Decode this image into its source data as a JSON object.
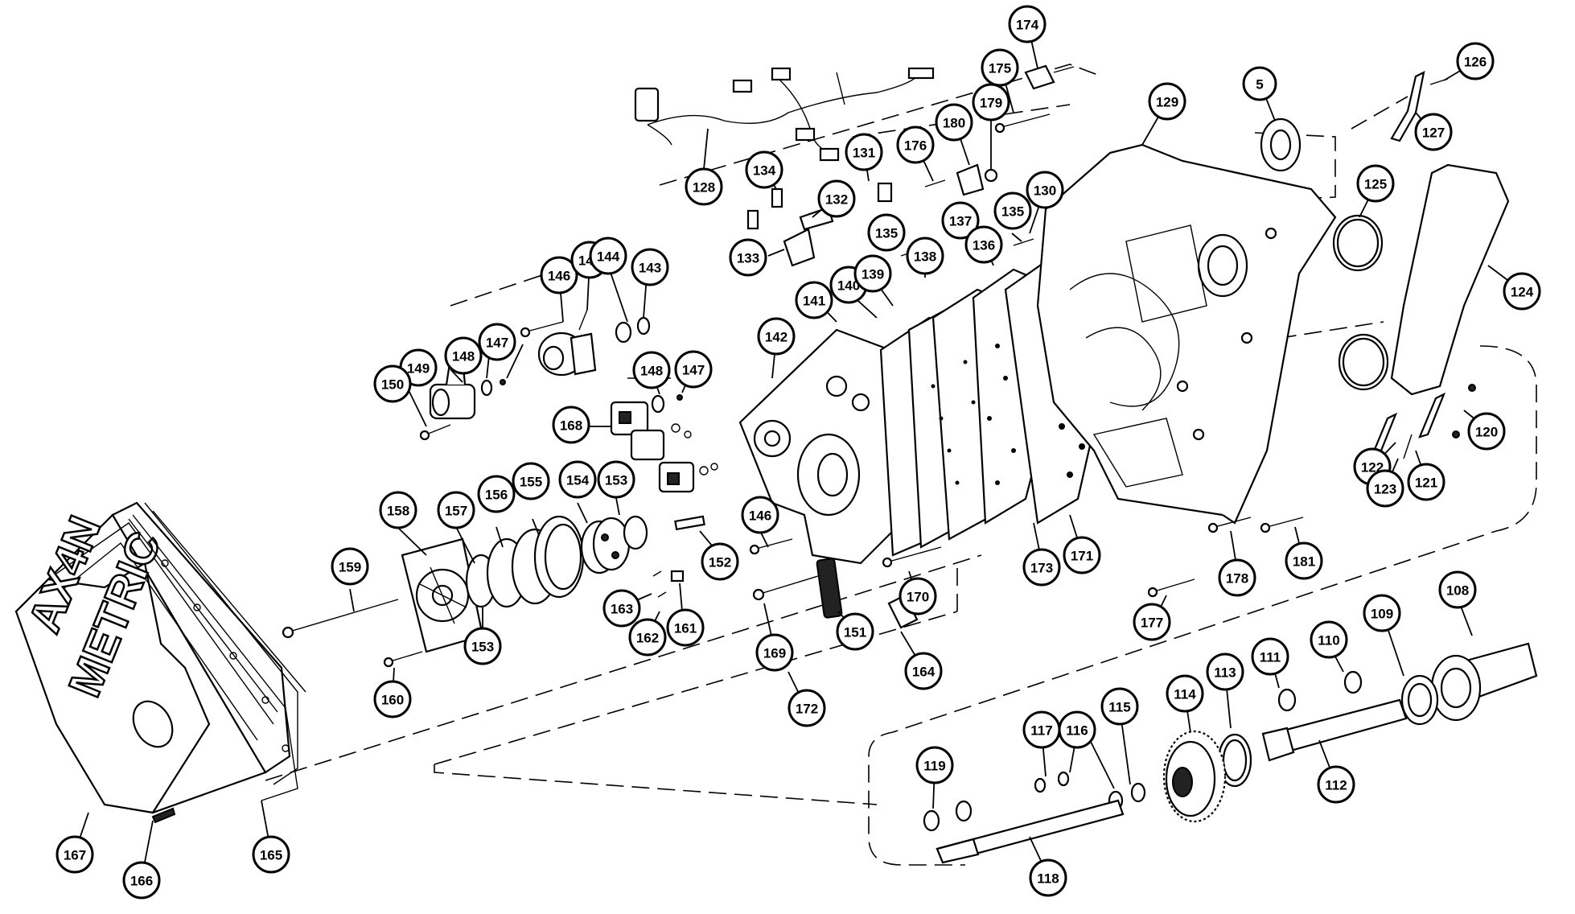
{
  "diagram": {
    "pan_lettering": {
      "line1": "AX4N",
      "line2": "METRIC"
    },
    "callouts": [
      {
        "id": "c174",
        "label": "174"
      },
      {
        "id": "c175",
        "label": "175"
      },
      {
        "id": "c129",
        "label": "129"
      },
      {
        "id": "c5",
        "label": "5"
      },
      {
        "id": "c126",
        "label": "126"
      },
      {
        "id": "c127",
        "label": "127"
      },
      {
        "id": "c179",
        "label": "179"
      },
      {
        "id": "c180",
        "label": "180"
      },
      {
        "id": "c176",
        "label": "176"
      },
      {
        "id": "c131",
        "label": "131"
      },
      {
        "id": "c128",
        "label": "128"
      },
      {
        "id": "c134",
        "label": "134"
      },
      {
        "id": "c132",
        "label": "132"
      },
      {
        "id": "c130",
        "label": "130"
      },
      {
        "id": "c135a",
        "label": "135"
      },
      {
        "id": "c125",
        "label": "125"
      },
      {
        "id": "c137",
        "label": "137"
      },
      {
        "id": "c135b",
        "label": "135"
      },
      {
        "id": "c136a",
        "label": "136"
      },
      {
        "id": "c133",
        "label": "133"
      },
      {
        "id": "c140",
        "label": "140"
      },
      {
        "id": "c139",
        "label": "139"
      },
      {
        "id": "c138",
        "label": "138"
      },
      {
        "id": "c124",
        "label": "124"
      },
      {
        "id": "c141",
        "label": "141"
      },
      {
        "id": "c146a",
        "label": "146"
      },
      {
        "id": "c145",
        "label": "145"
      },
      {
        "id": "c144",
        "label": "144"
      },
      {
        "id": "c143",
        "label": "143"
      },
      {
        "id": "c149",
        "label": "149"
      },
      {
        "id": "c148a",
        "label": "148"
      },
      {
        "id": "c147a",
        "label": "147"
      },
      {
        "id": "c142",
        "label": "142"
      },
      {
        "id": "c150",
        "label": "150"
      },
      {
        "id": "c148b",
        "label": "148"
      },
      {
        "id": "c147b",
        "label": "147"
      },
      {
        "id": "c120",
        "label": "120"
      },
      {
        "id": "c168",
        "label": "168"
      },
      {
        "id": "c122",
        "label": "122"
      },
      {
        "id": "c121",
        "label": "121"
      },
      {
        "id": "c123",
        "label": "123"
      },
      {
        "id": "c158",
        "label": "158"
      },
      {
        "id": "c157",
        "label": "157"
      },
      {
        "id": "c156",
        "label": "156"
      },
      {
        "id": "c155",
        "label": "155"
      },
      {
        "id": "c154",
        "label": "154"
      },
      {
        "id": "c153a",
        "label": "153"
      },
      {
        "id": "c146b",
        "label": "146"
      },
      {
        "id": "c159",
        "label": "159"
      },
      {
        "id": "c152",
        "label": "152"
      },
      {
        "id": "c173",
        "label": "173"
      },
      {
        "id": "c171",
        "label": "171"
      },
      {
        "id": "c178",
        "label": "178"
      },
      {
        "id": "c181",
        "label": "181"
      },
      {
        "id": "c163",
        "label": "163"
      },
      {
        "id": "c170",
        "label": "170"
      },
      {
        "id": "c108",
        "label": "108"
      },
      {
        "id": "c162",
        "label": "162"
      },
      {
        "id": "c161",
        "label": "161"
      },
      {
        "id": "c151",
        "label": "151"
      },
      {
        "id": "c153b",
        "label": "153"
      },
      {
        "id": "c177",
        "label": "177"
      },
      {
        "id": "c109",
        "label": "109"
      },
      {
        "id": "c169",
        "label": "169"
      },
      {
        "id": "c110",
        "label": "110"
      },
      {
        "id": "c111",
        "label": "111"
      },
      {
        "id": "c164",
        "label": "164"
      },
      {
        "id": "c160",
        "label": "160"
      },
      {
        "id": "c114",
        "label": "114"
      },
      {
        "id": "c113",
        "label": "113"
      },
      {
        "id": "c172",
        "label": "172"
      },
      {
        "id": "c115",
        "label": "115"
      },
      {
        "id": "c117",
        "label": "117"
      },
      {
        "id": "c116",
        "label": "116"
      },
      {
        "id": "c119",
        "label": "119"
      },
      {
        "id": "c112",
        "label": "112"
      },
      {
        "id": "c167",
        "label": "167"
      },
      {
        "id": "c165",
        "label": "165"
      },
      {
        "id": "c166",
        "label": "166"
      },
      {
        "id": "c118",
        "label": "118"
      }
    ]
  }
}
